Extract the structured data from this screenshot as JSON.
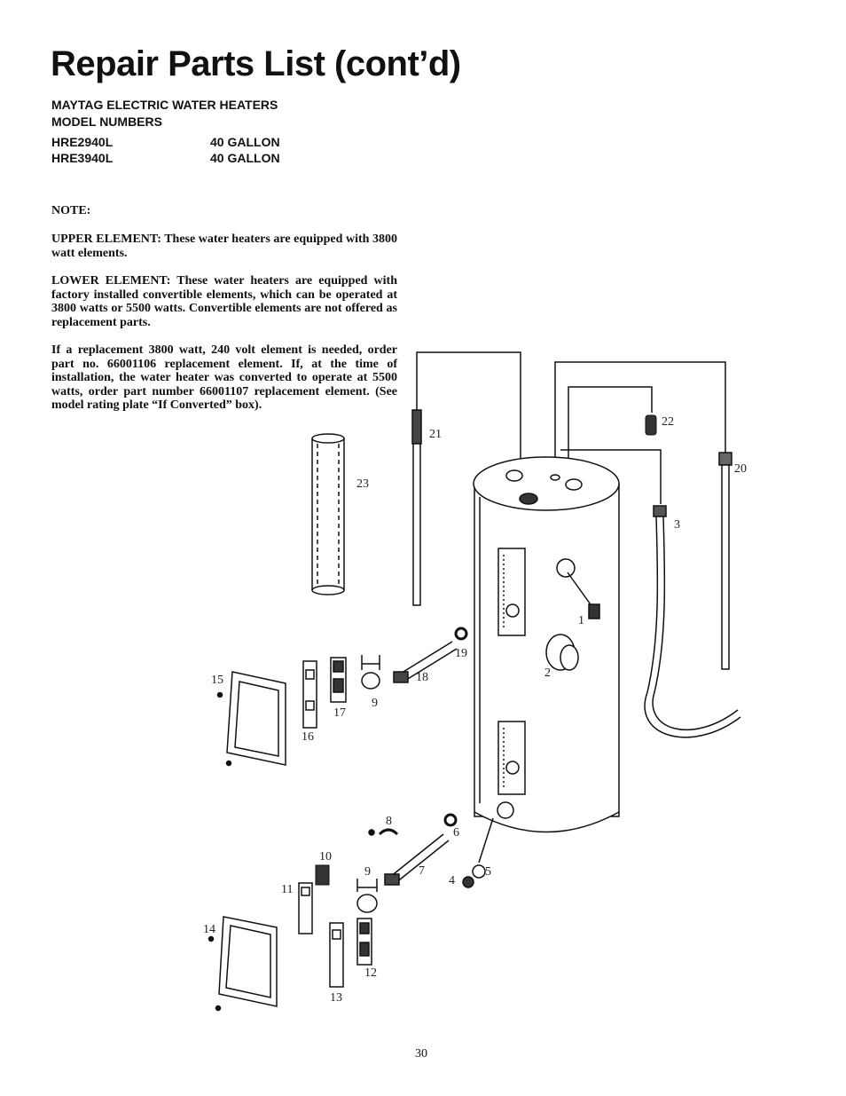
{
  "title": "Repair Parts List (cont’d)",
  "subtitle_line1": "MAYTAG ELECTRIC WATER HEATERS",
  "subtitle_line2": "MODEL NUMBERS",
  "models": [
    {
      "model": "HRE2940L",
      "capacity": "40 GALLON"
    },
    {
      "model": "HRE3940L",
      "capacity": "40 GALLON"
    }
  ],
  "note_heading": "NOTE:",
  "upper_element": "UPPER ELEMENT: These water heaters are equipped with 3800 watt elements.",
  "lower_element": "LOWER ELEMENT: These water heaters are equipped with factory installed convertible elements, which can be operated at 3800 watts or 5500 watts. Convertible elements are not offered as replacement parts.",
  "replacement_note": "If a replacement 3800 watt, 240 volt element is needed, order part no. 66001106 replacement element. If, at the time of installation, the water heater was converted to operate at 5500 watts, order part number 66001107 replacement element. (See model rating plate “If Converted” box).",
  "callouts": {
    "p1": "1",
    "p2": "2",
    "p3": "3",
    "p4": "4",
    "p5": "5",
    "p6": "6",
    "p7": "7",
    "p8": "8",
    "p9a": "9",
    "p9b": "9",
    "p10": "10",
    "p11": "11",
    "p12": "12",
    "p13": "13",
    "p14": "14",
    "p15": "15",
    "p16": "16",
    "p17": "17",
    "p18": "18",
    "p19": "19",
    "p20": "20",
    "p21": "21",
    "p22": "22",
    "p23": "23"
  },
  "page_number": "30"
}
